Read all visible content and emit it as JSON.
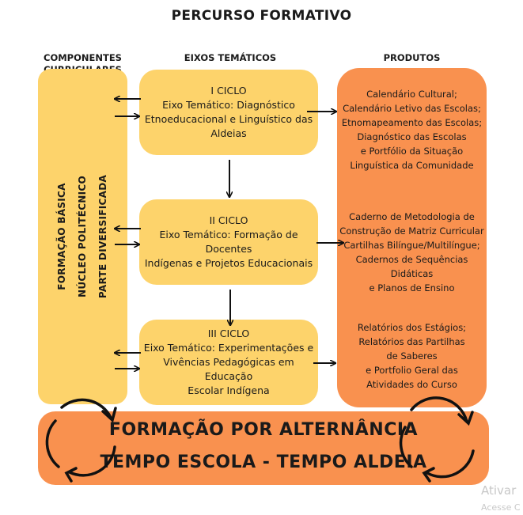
{
  "title": "PERCURSO FORMATIVO",
  "headers": {
    "componentes": "COMPONENTES\nCURRICULARES",
    "eixos": "EIXOS TEMÁTICOS",
    "produtos": "PRODUTOS"
  },
  "left_column": {
    "lines": [
      "FORMAÇÃO BÁSICA",
      "NÚCLEO POLITÉCNICO",
      "PARTE DIVERSIFICADA"
    ]
  },
  "cycles": [
    {
      "label": "I CICLO",
      "text": "Eixo Temático:  Diagnóstico\nEtnoeducacional e Linguístico das\nAldeias"
    },
    {
      "label": "II CICLO",
      "text": "Eixo Temático: Formação de Docentes\nIndígenas e Projetos Educacionais"
    },
    {
      "label": "III CICLO",
      "text": "Eixo Temático: Experimentações e\nVivências Pedagógicas em Educação\nEscolar Indígena"
    }
  ],
  "products": [
    "Calendário Cultural;\nCalendário Letivo das Escolas;\nEtnomapeamento das Escolas;\nDiagnóstico das Escolas\ne Portfólio da Situação\nLinguística da Comunidade",
    "Caderno de Metodologia de\nConstrução de Matriz Curricular\nCartilhas Bilíngue/Multilíngue;\nCadernos de Sequências Didáticas\ne Planos de Ensino",
    "Relatórios dos Estágios;\nRelatórios das Partilhas\nde Saberes\ne Portfolio Geral das\nAtividades do Curso"
  ],
  "bottom": {
    "line1": "FORMAÇÃO POR ALTERNÂNCIA",
    "line2": "TEMPO ESCOLA - TEMPO ALDEIA"
  },
  "watermark": {
    "line1": "Ativar",
    "line2": "Acesse C"
  },
  "colors": {
    "yellow": "#fdd36b",
    "orange": "#f9914f",
    "text": "#1a1a1a"
  },
  "icons": [
    "cycle-arrows-icon",
    "arrow-right-icon",
    "arrow-left-icon",
    "arrow-down-icon"
  ]
}
